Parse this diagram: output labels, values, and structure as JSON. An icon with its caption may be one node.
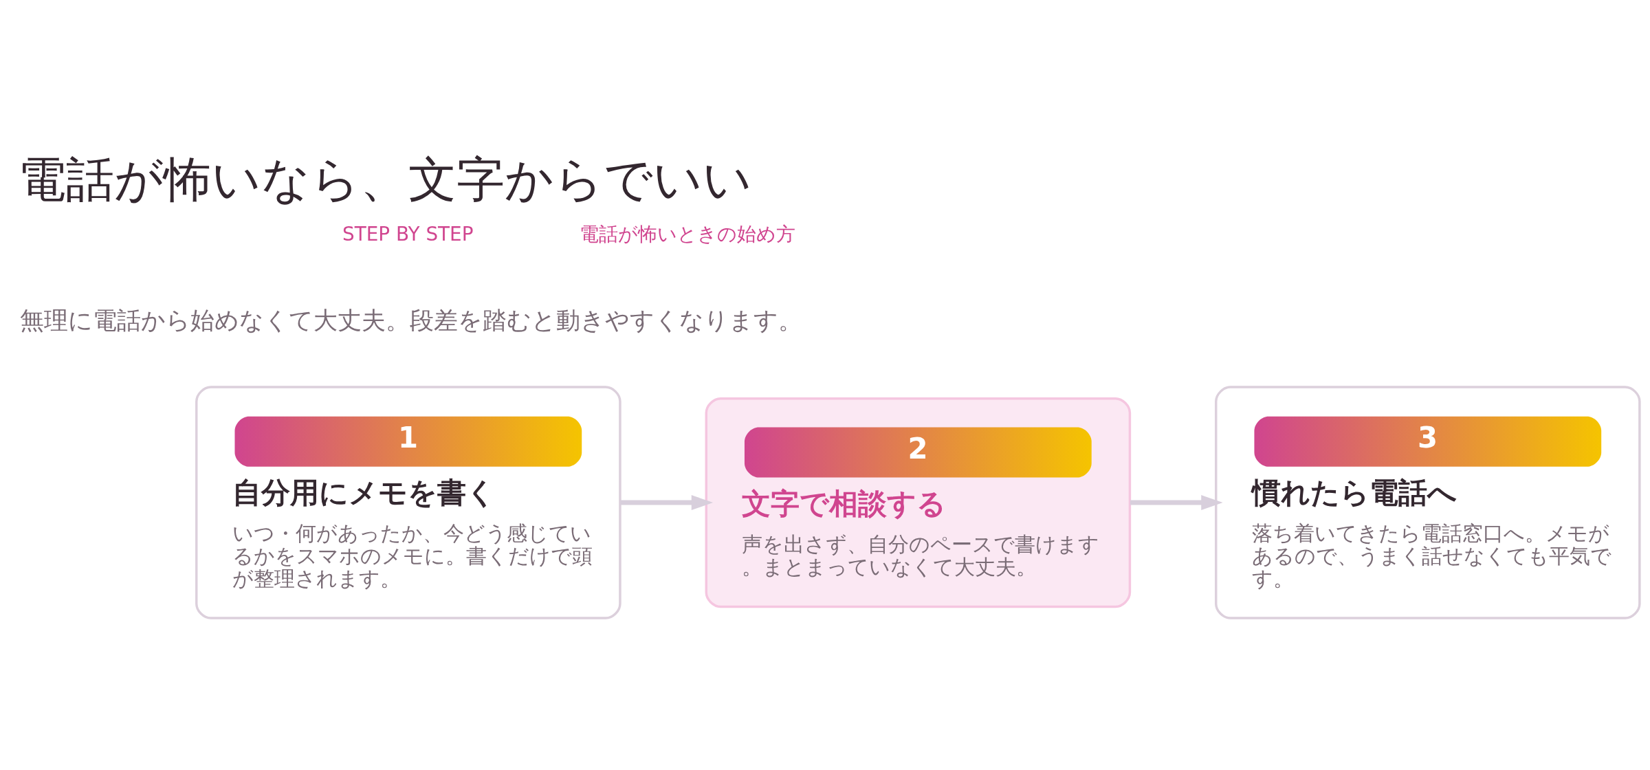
{
  "diagram": {
    "title": "電話が怖いなら、文字からでいい",
    "nodes": [
      {
        "text": [
          "1",
          "自分用にメモを書く",
          "いつ・何があったか、今どう感じているかをスマホのメモに。書くだけで頭が整理されます。"
        ]
      },
      {
        "text": [
          "2",
          "文字で相談する",
          "声を出さず、自分のペースで書けます。まとまっていなくて大丈夫。"
        ]
      },
      {
        "text": [
          "3",
          "慣れたら電話へ",
          "落ち着いてきたら電話窓口へ。メモがあるので、うまく話せなくても平気です。"
        ]
      }
    ],
    "edges": [
      {
        "from": 0,
        "to": 1,
        "arrow": "to"
      },
      {
        "from": 1,
        "to": 2,
        "arrow": "to"
      }
    ],
    "labels": [
      "STEP BY STEP",
      "電話が怖いときの始め方",
      "無理に電話から始めなくて大丈夫。段差を踏むと動きやすくなります。"
    ]
  }
}
